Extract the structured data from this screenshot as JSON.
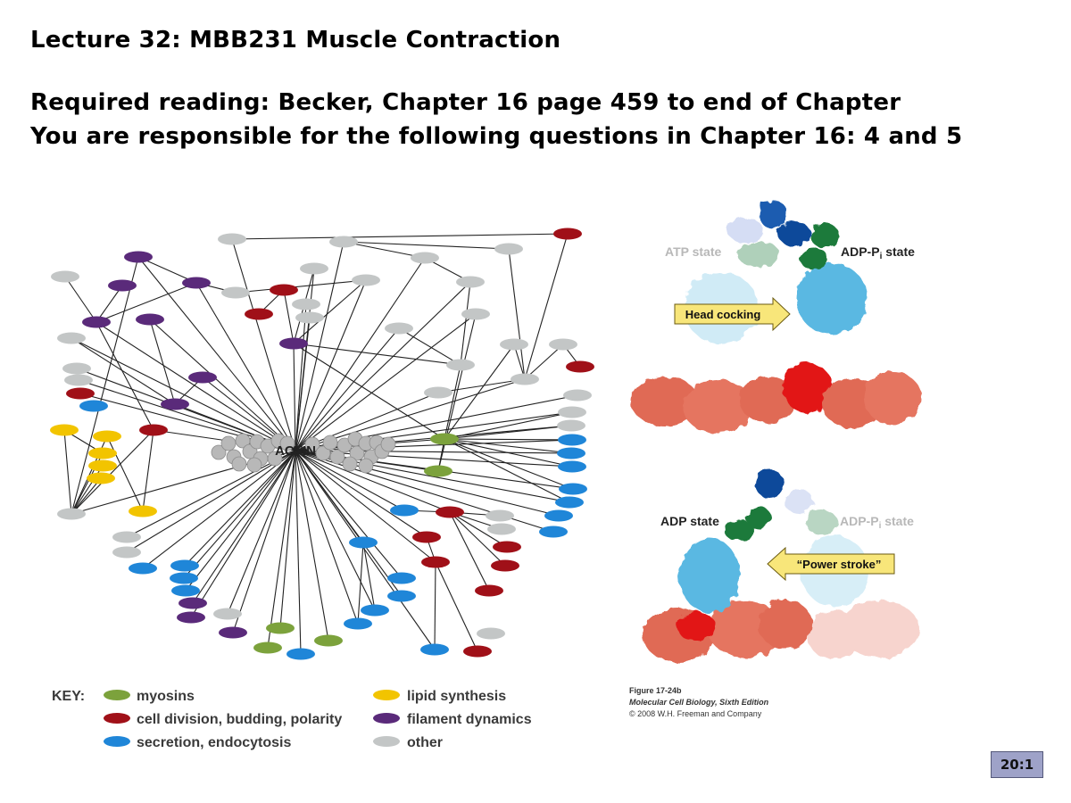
{
  "slide": {
    "title": "Lecture 32: MBB231 Muscle Contraction",
    "reading": "Required  reading:  Becker, Chapter 16 page 459 to end of Chapter",
    "responsible": "You are responsible for the following questions in Chapter 16: 4 and 5",
    "page_number": "20:1"
  },
  "network": {
    "center_label": "ACTIN",
    "key": {
      "title": "KEY:",
      "items": [
        {
          "label": "myosins",
          "color": "#7ca23c"
        },
        {
          "label": "cell division, budding, polarity",
          "color": "#a01018"
        },
        {
          "label": "secretion, endocytosis",
          "color": "#1f86d8"
        },
        {
          "label": "lipid synthesis",
          "color": "#f2c400"
        },
        {
          "label": "filament dynamics",
          "color": "#5a2a7a"
        },
        {
          "label": "other",
          "color": "#c3c6c6"
        }
      ]
    }
  },
  "figure": {
    "atp_state": "ATP state",
    "adp_pi_state_top": "ADP-P",
    "adp_pi_state_top_sub": "i",
    "adp_pi_state_top_suffix": " state",
    "head_cocking": "Head cocking",
    "adp_state": "ADP state",
    "adp_pi_state_bottom": "ADP-P",
    "adp_pi_state_bottom_sub": "i",
    "adp_pi_state_bottom_suffix": " state",
    "power_stroke": "“Power stroke”",
    "caption_fig": "Figure 17-24b",
    "caption_book": "Molecular Cell Biology, Sixth Edition",
    "caption_copy": "© 2008 W.H. Freeman and Company",
    "colors": {
      "myosin_light": "#7cc8e8",
      "myosin_dark": "#0d4a9a",
      "light_chain": "#1d7a3a",
      "actin": "#e06a55",
      "actin_highlight": "#d81818"
    }
  }
}
